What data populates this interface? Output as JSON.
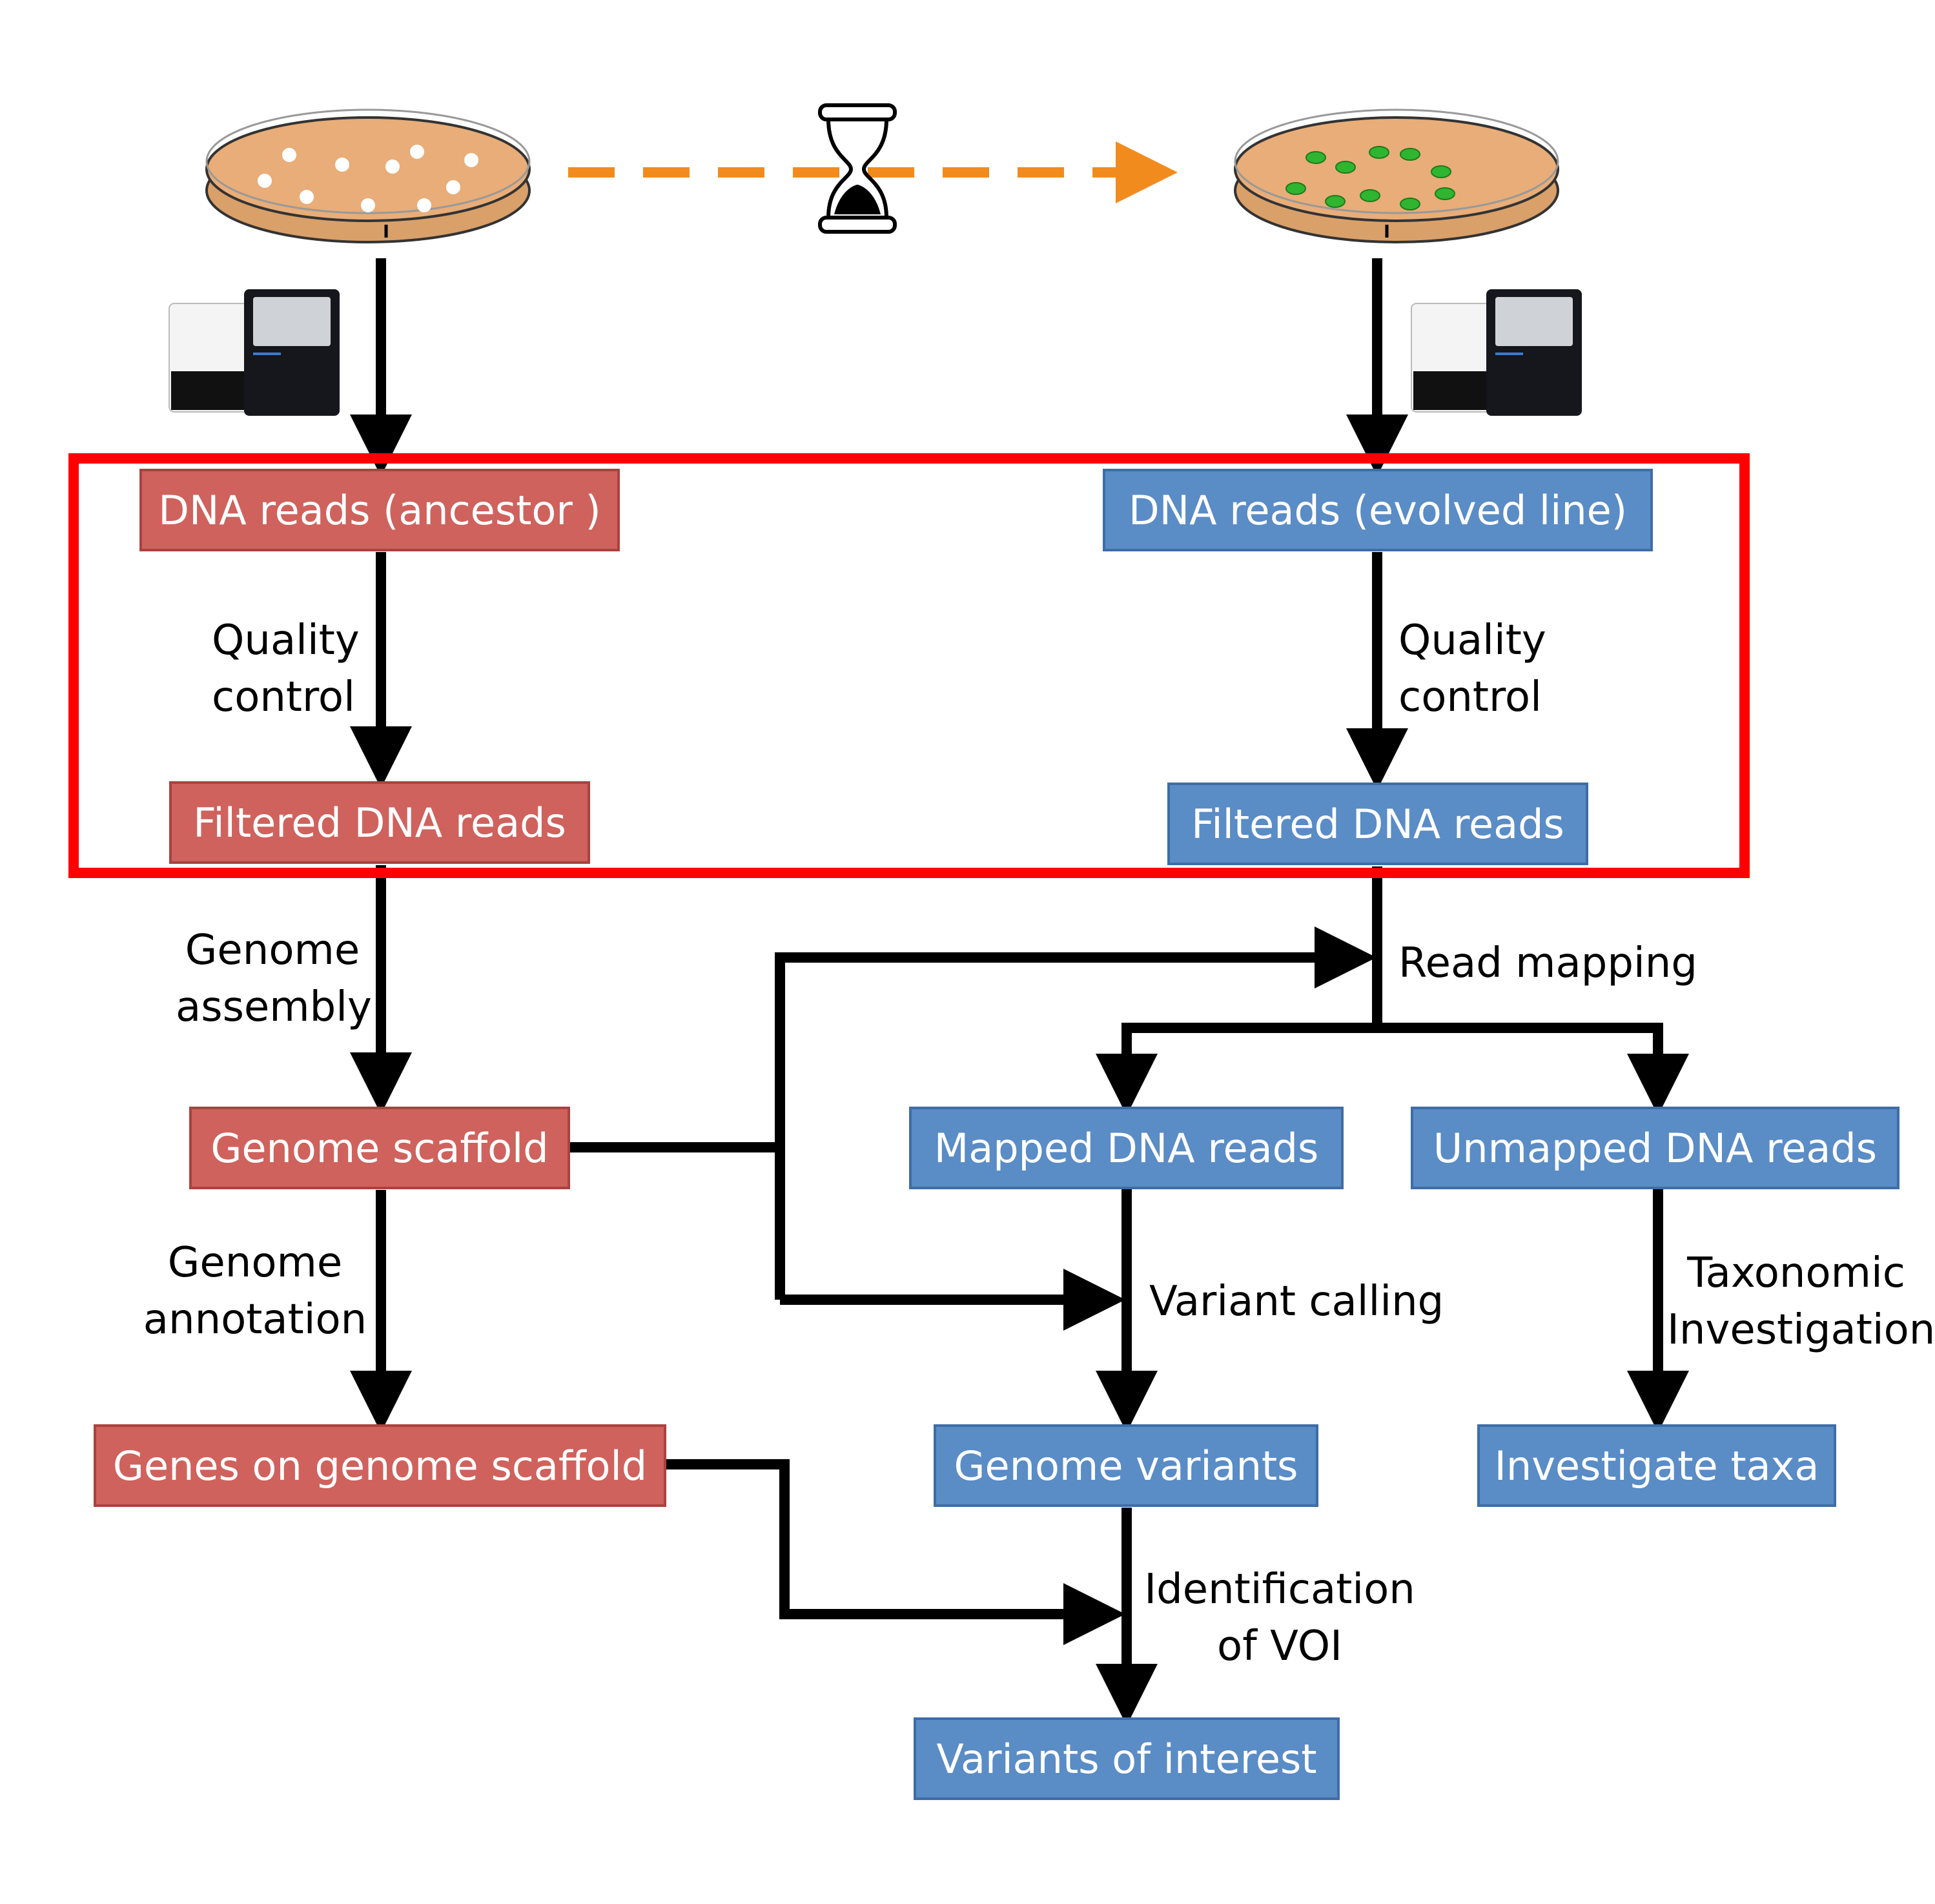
{
  "colors": {
    "ancestor_box": "#cf625d",
    "evolved_box": "#5a8cc6",
    "highlight_frame": "#ff0000",
    "time_arrow": "#f28b1e",
    "ancestor_colonies": "#ffffff",
    "evolved_colonies": "#2fb52f",
    "petri_agar": "#e8ad78"
  },
  "icons": {
    "ancestor_plate": "petri-dish-icon",
    "evolved_plate": "petri-dish-icon",
    "time": "hourglass-icon",
    "sequencer": "dna-sequencer-icon"
  },
  "boxes": {
    "dna_reads_ancestor": "DNA reads (ancestor )",
    "dna_reads_evolved": "DNA reads (evolved  line)",
    "filtered_ancestor": "Filtered DNA reads",
    "filtered_evolved": "Filtered DNA reads",
    "genome_scaffold": "Genome scaffold",
    "genes_on_scaffold": "Genes on genome scaffold",
    "mapped_reads": "Mapped DNA reads",
    "unmapped_reads": "Unmapped DNA reads",
    "genome_variants": "Genome variants",
    "investigate_taxa": "Investigate taxa",
    "variants_of_interest": "Variants of interest"
  },
  "steps": {
    "qc_ancestor": [
      "Quality",
      "control"
    ],
    "qc_evolved": [
      "Quality",
      "control"
    ],
    "genome_assembly": [
      "Genome",
      "assembly"
    ],
    "genome_annotation": [
      "Genome",
      "annotation"
    ],
    "read_mapping": "Read mapping",
    "variant_calling": "Variant calling",
    "taxonomic_investigation": [
      "Taxonomic",
      "Investigation"
    ],
    "identification_voi": [
      "Identification",
      "of VOI"
    ]
  }
}
